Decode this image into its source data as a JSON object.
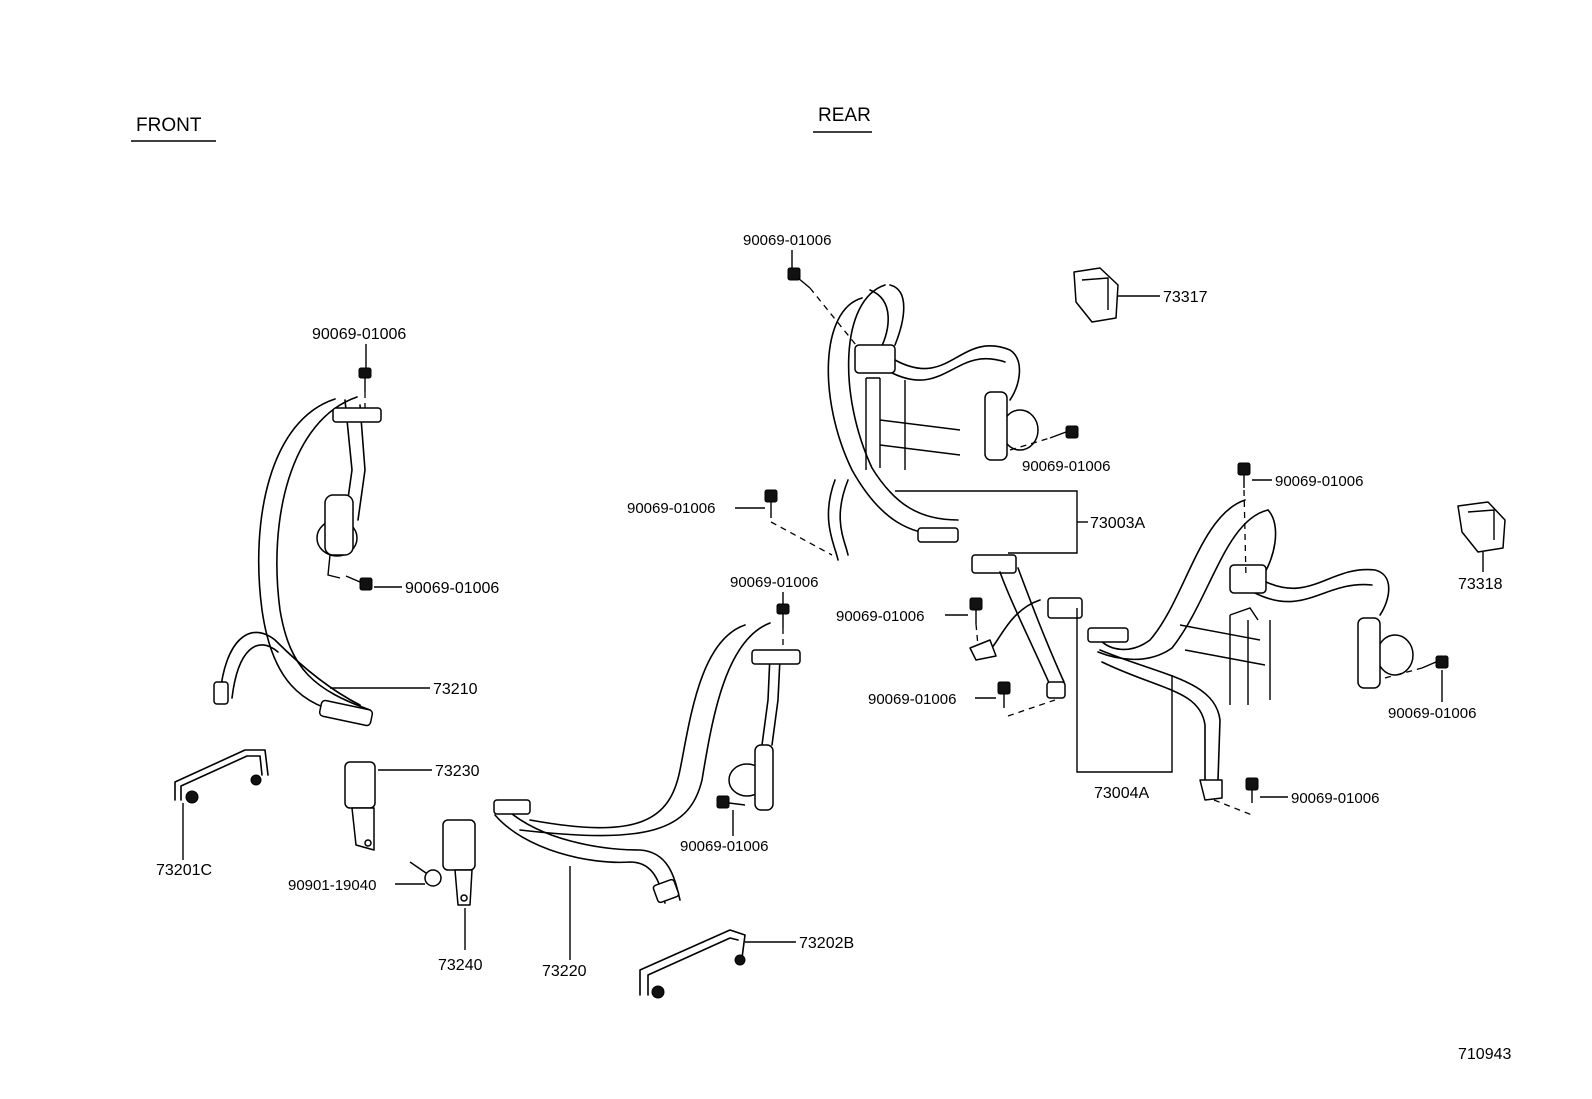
{
  "headers": {
    "front": "FRONT",
    "rear": "REAR"
  },
  "parts": {
    "bolt_front_upper": "90069-01006",
    "bolt_front_retractor": "90069-01006",
    "front_belt": "73210",
    "front_harness": "73201C",
    "front_buckle": "73230",
    "rear_center_buckle": "73240",
    "buckle_bolt": "90901-19040",
    "rear_belt_left": "73220",
    "rear_harness": "73202B",
    "bolt_rear_left_upper": "90069-01006",
    "bolt_rear_left_retractor": "90069-01006",
    "bolt_top_center": "90069-01006",
    "bolt_mid_left": "90069-01006",
    "bolt_upper_retractor": "90069-01006",
    "trim_cover_upper": "73317",
    "rear_belt_assy_upper": "73003A",
    "bolt_right_upper": "90069-01006",
    "trim_cover_right": "73318",
    "bolt_center_a": "90069-01006",
    "bolt_center_b": "90069-01006",
    "bolt_right_retractor": "90069-01006",
    "rear_belt_assy_lower": "73004A",
    "bolt_right_floor": "90069-01006"
  },
  "diagram_code": "710943"
}
